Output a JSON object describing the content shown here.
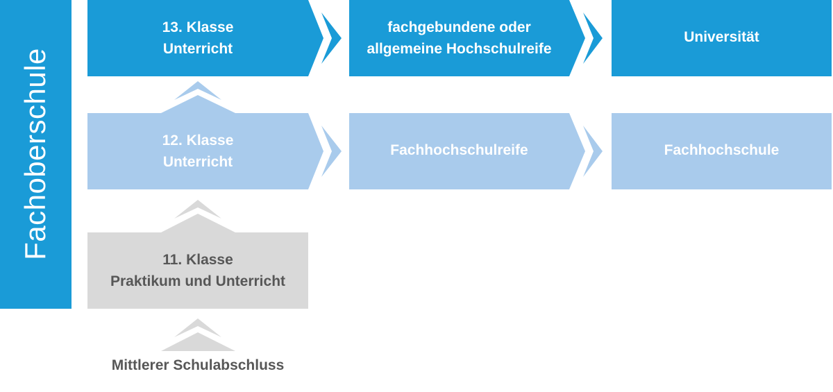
{
  "colors": {
    "dark_blue": "#1a9bd7",
    "light_blue": "#a9cbec",
    "gray": "#d9d9d9",
    "gray_text": "#575757",
    "white_text": "#ffffff"
  },
  "side_label": "Fachoberschule",
  "rows": [
    {
      "level": "top",
      "color": "dark_blue",
      "boxes": [
        {
          "line1": "13. Klasse",
          "line2": "Unterricht"
        },
        {
          "line1": "fachgebundene oder",
          "line2": "allgemeine Hochschulreife"
        },
        {
          "line1": "Universität"
        }
      ]
    },
    {
      "level": "middle",
      "color": "light_blue",
      "boxes": [
        {
          "line1": "12. Klasse",
          "line2": "Unterricht"
        },
        {
          "line1": "Fachhochschulreife"
        },
        {
          "line1": "Fachhochschule"
        }
      ]
    },
    {
      "level": "bottom",
      "color": "gray",
      "boxes": [
        {
          "line1": "11. Klasse",
          "line2": "Praktikum und Unterricht"
        }
      ]
    }
  ],
  "entry_label": "Mittlerer Schulabschluss",
  "icons": {
    "right_chevron": "chevron-right-icon",
    "up_chevron": "chevron-up-icon"
  }
}
